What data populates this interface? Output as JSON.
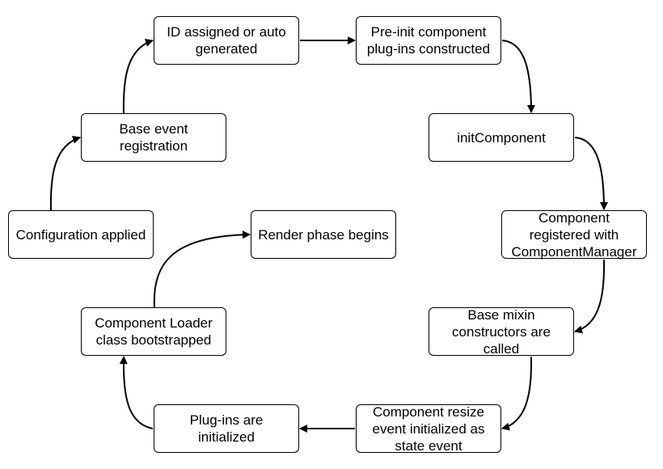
{
  "diagram": {
    "nodes": {
      "config_applied": "Configuration applied",
      "base_event": "Base event\nregistration",
      "id_assigned": "ID assigned or auto\ngenerated",
      "preinit_plugins": "Pre-init component\nplug-ins constructed",
      "init_component": "initComponent",
      "component_registered": "Component\nregistered with\nComponentManager",
      "base_mixin": "Base mixin\nconstructors are\ncalled",
      "resize_event": "Component resize\nevent initialized as\nstate event",
      "plugins_initialized": "Plug-ins are\ninitialized",
      "loader_bootstrapped": "Component Loader\nclass bootstrapped",
      "render_phase": "Render phase begins"
    },
    "colors": {
      "stroke": "#000000",
      "fill": "#ffffff",
      "text": "#000000"
    }
  }
}
